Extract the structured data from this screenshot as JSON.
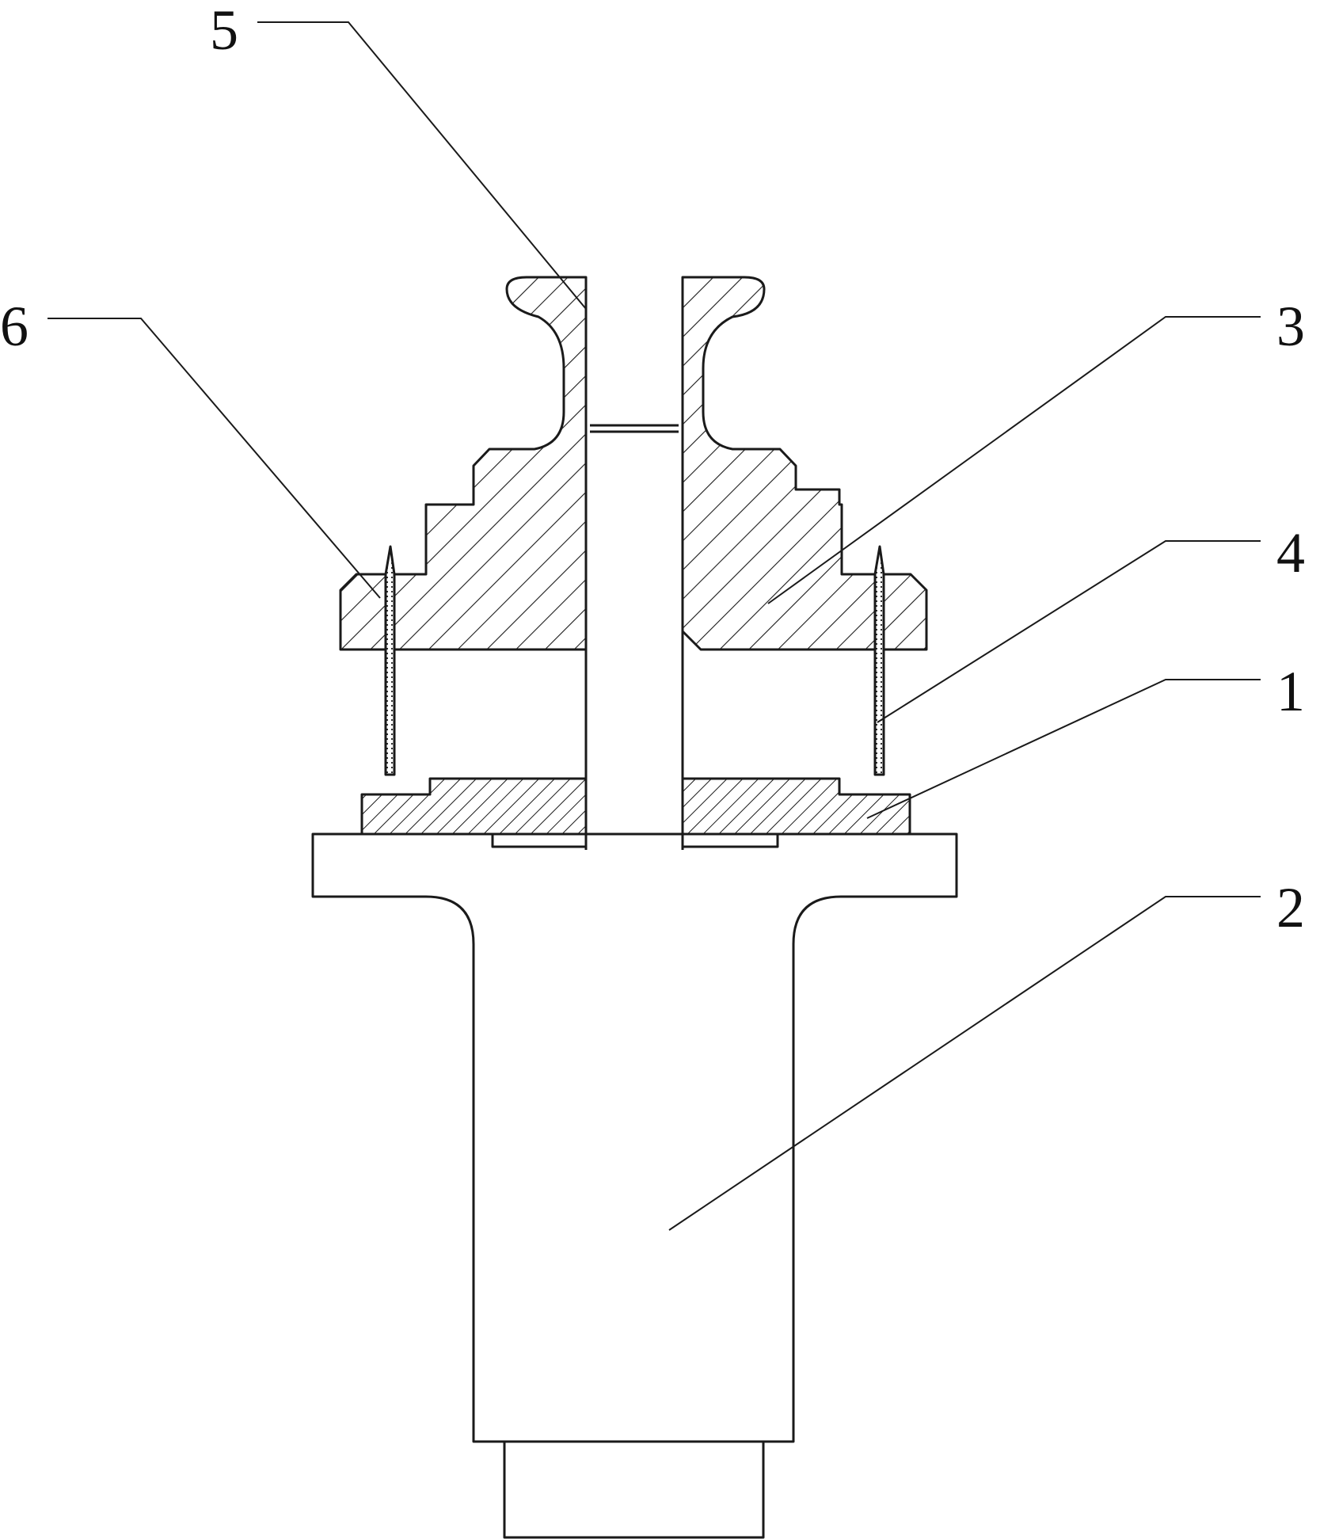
{
  "figure": {
    "background": "#ffffff",
    "line_color": "#1a1a1a",
    "labels": [
      {
        "id": "label-1",
        "text": "1"
      },
      {
        "id": "label-2",
        "text": "2"
      },
      {
        "id": "label-3",
        "text": "3"
      },
      {
        "id": "label-4",
        "text": "4"
      },
      {
        "id": "label-5",
        "text": "5"
      },
      {
        "id": "label-6",
        "text": "6"
      }
    ]
  }
}
